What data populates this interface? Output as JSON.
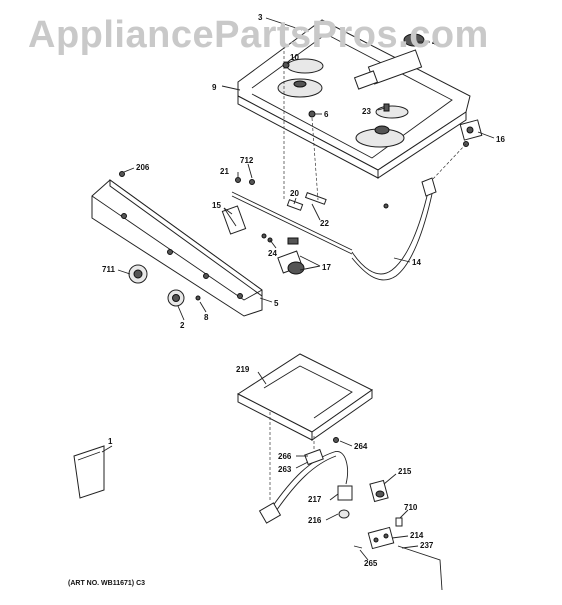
{
  "watermark": "AppliancePartsPros.com",
  "art_number": "(ART NO. WB11671) C3",
  "callouts": {
    "c3": "3",
    "c4": "4",
    "c9": "9",
    "c10": "10",
    "c6": "6",
    "c23": "23",
    "c16": "16",
    "c206": "206",
    "c712": "712",
    "c21": "21",
    "c20": "20",
    "c15": "15",
    "c22": "22",
    "c17": "17",
    "c24": "24",
    "c14": "14",
    "c711": "711",
    "c5": "5",
    "c2": "2",
    "c8": "8",
    "c219": "219",
    "c1": "1",
    "c264": "264",
    "c266": "266",
    "c263": "263",
    "c215": "215",
    "c217": "217",
    "c710": "710",
    "c216": "216",
    "c214": "214",
    "c237": "237",
    "c265": "265"
  }
}
